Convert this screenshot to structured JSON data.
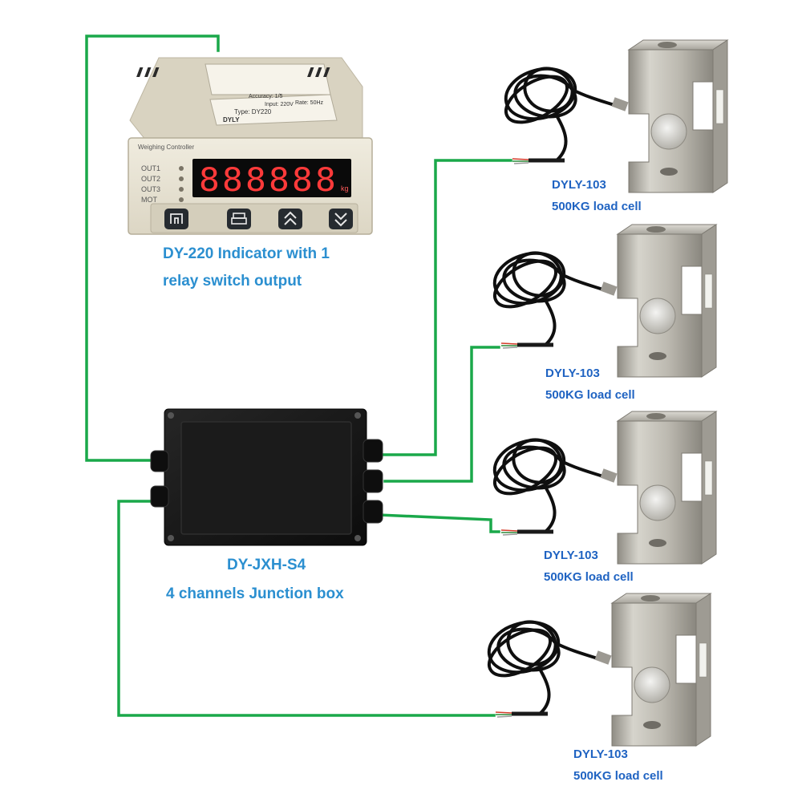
{
  "colors": {
    "wire": "#1aa84a",
    "caption_primary": "#2b8fd0",
    "caption_cells": "#1f63c2",
    "indicator_body": "#e7e2d2",
    "display_digits": "#ff3a3a",
    "junction_box": "#151515",
    "load_cell_metal": "#b9b7ae"
  },
  "indicator": {
    "caption_line1": "DY-220 Indicator with 1",
    "caption_line2": "relay switch output",
    "panel_title": "Weighing Controller",
    "display": "888888",
    "unit": "kg",
    "leds": [
      "OUT1",
      "OUT2",
      "OUT3",
      "MOT"
    ],
    "buttons": [
      {
        "name": "function-button",
        "icon": "return-icon"
      },
      {
        "name": "print-button",
        "icon": "printer-icon"
      },
      {
        "name": "up-button",
        "icon": "double-chevron-up-icon"
      },
      {
        "name": "down-button",
        "icon": "double-chevron-down-icon"
      }
    ],
    "sticker_type": "Type: DY220",
    "sticker_brand": "DYLY",
    "sticker_input": "Input: 220V",
    "sticker_rate": "Rate: 50Hz",
    "sticker_acc": "Accuracy: 1/5"
  },
  "junction_box": {
    "caption_line1": "DY-JXH-S4",
    "caption_line2": "4 channels Junction box"
  },
  "load_cells": [
    {
      "model": "DYLY-103",
      "spec": "500KG load cell"
    },
    {
      "model": "DYLY-103",
      "spec": "500KG load cell"
    },
    {
      "model": "DYLY-103",
      "spec": "500KG load cell"
    },
    {
      "model": "DYLY-103",
      "spec": "500KG load cell"
    }
  ]
}
